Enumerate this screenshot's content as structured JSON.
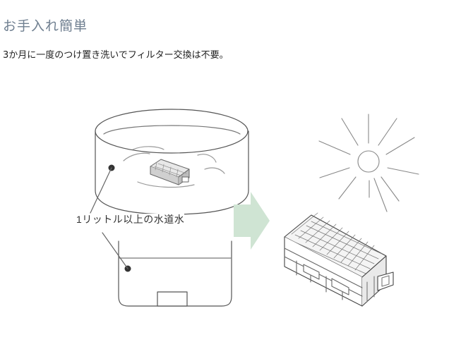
{
  "section": {
    "heading": "お手入れ簡単",
    "description": "3か月に一度のつけ置き洗いでフィルター交換は不要。"
  },
  "illustration": {
    "water_label": "1リットル以上の水道水",
    "icons": [
      "wash-basin-icon",
      "cleaning-container-icon",
      "arrow-right-icon",
      "sun-icon",
      "filter-cartridge-icon"
    ],
    "arrow_color": "#cfe4d3"
  }
}
